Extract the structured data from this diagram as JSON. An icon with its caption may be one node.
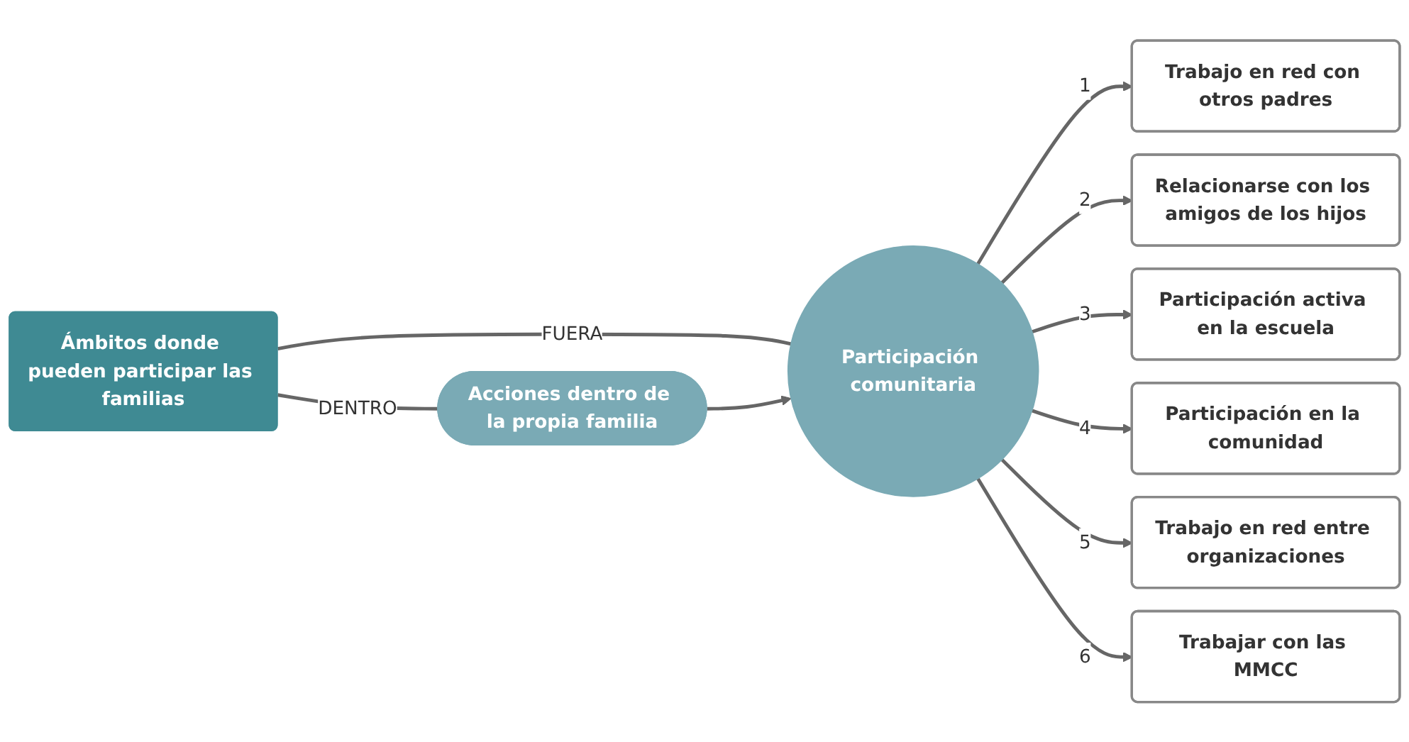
{
  "diagram": {
    "nodes": [
      {
        "text": [
          "Ámbitos donde pueden participar las familias"
        ]
      },
      {
        "text": [
          "Acciones dentro de la propia familia"
        ]
      },
      {
        "text": [
          "Participación comunitaria"
        ]
      },
      {
        "text": [
          "Trabajo en red con otros padres"
        ]
      },
      {
        "text": [
          "Relacionarse con los amigos de los hijos"
        ]
      },
      {
        "text": [
          "Participación activa en la escuela"
        ]
      },
      {
        "text": [
          "Participación en la comunidad"
        ]
      },
      {
        "text": [
          "Trabajo en red entre organizaciones"
        ]
      },
      {
        "text": [
          "Trabajar con las MMCC"
        ]
      }
    ],
    "edges": [
      {
        "from": 0,
        "to": 1,
        "arrow": "none",
        "label": "DENTRO"
      },
      {
        "from": 0,
        "to": 2,
        "arrow": "none",
        "label": "FUERA"
      },
      {
        "from": 1,
        "to": 2,
        "arrow": "to"
      },
      {
        "from": 2,
        "to": 3,
        "arrow": "to",
        "label": "1"
      },
      {
        "from": 2,
        "to": 4,
        "arrow": "to",
        "label": "2"
      },
      {
        "from": 2,
        "to": 5,
        "arrow": "to",
        "label": "3"
      },
      {
        "from": 2,
        "to": 6,
        "arrow": "to",
        "label": "4"
      },
      {
        "from": 2,
        "to": 7,
        "arrow": "to",
        "label": "5"
      },
      {
        "from": 2,
        "to": 8,
        "arrow": "to",
        "label": "6"
      }
    ]
  }
}
